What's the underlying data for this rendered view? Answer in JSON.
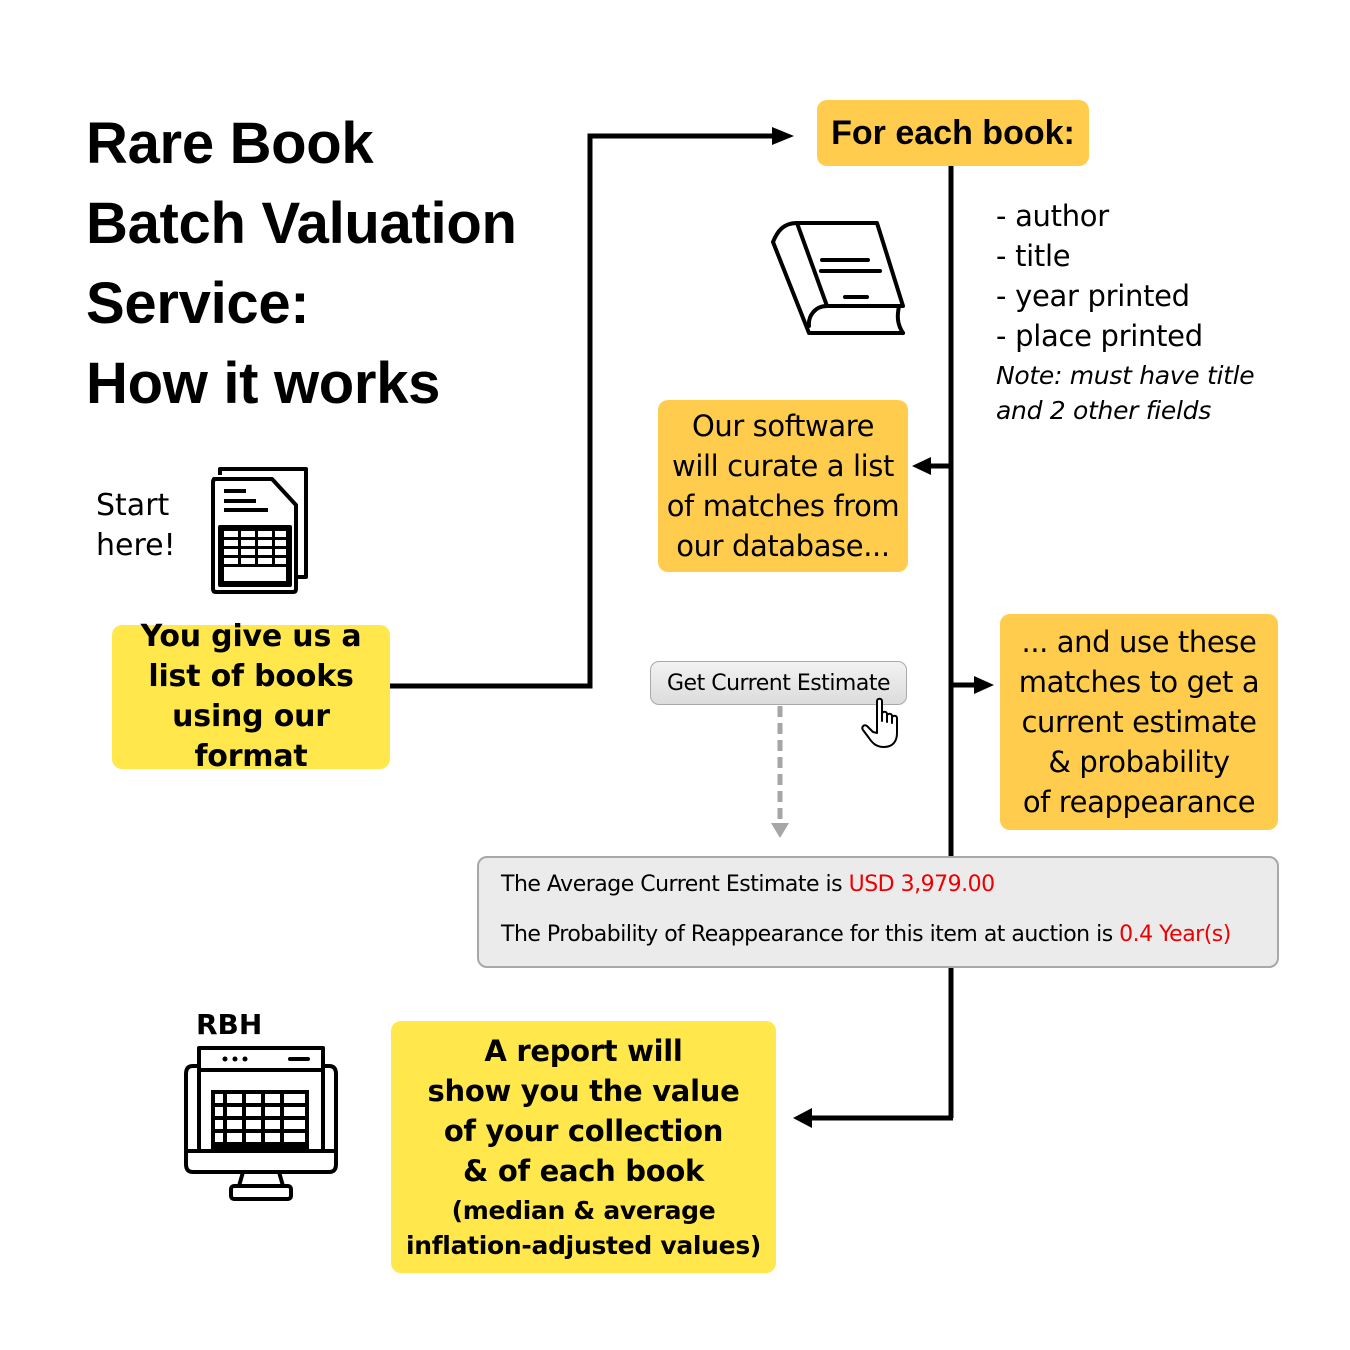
{
  "title": {
    "lines": [
      "Rare Book",
      "Batch Valuation",
      "Service:",
      "How it works"
    ]
  },
  "for_each": {
    "label": "For each book:"
  },
  "fields": {
    "items": [
      "- author",
      "- title",
      "- year printed",
      "- place printed"
    ],
    "note_lines": [
      "Note: must have title",
      "and 2 other fields"
    ]
  },
  "software_box": {
    "lines": [
      "Our software",
      "will curate a list",
      "of matches from",
      "our database..."
    ]
  },
  "start": {
    "lines": [
      "Start",
      "here!"
    ]
  },
  "give_box": {
    "lines": [
      "You give us a",
      "list of books",
      "using our format"
    ]
  },
  "estimate_button": {
    "label": "Get Current Estimate"
  },
  "use_box": {
    "lines": [
      "... and use these",
      "matches to get a",
      "current estimate",
      "& probability",
      "of reappearance"
    ]
  },
  "result": {
    "estimate_prefix": "The Average Current Estimate is ",
    "estimate_value": "USD 3,979.00",
    "probability_prefix": "The Probability of Reappearance for this item at auction is ",
    "probability_value": "0.4 Year(s)"
  },
  "rbh": {
    "label": "RBH"
  },
  "report_box": {
    "main_lines": [
      "A report will",
      "show you the value",
      "of your collection",
      "& of each book"
    ],
    "sub_lines": [
      "(median & average",
      "inflation-adjusted values)"
    ]
  },
  "colors": {
    "orange_box": "#ffcc4d",
    "yellow_box": "#ffe74c",
    "highlight_red": "#ee0000",
    "panel_gray": "#ebebeb"
  },
  "icons": {
    "book": "book-icon",
    "spreadsheet": "spreadsheet-document-icon",
    "monitor": "monitor-spreadsheet-icon",
    "hand_cursor": "hand-pointer-icon"
  }
}
